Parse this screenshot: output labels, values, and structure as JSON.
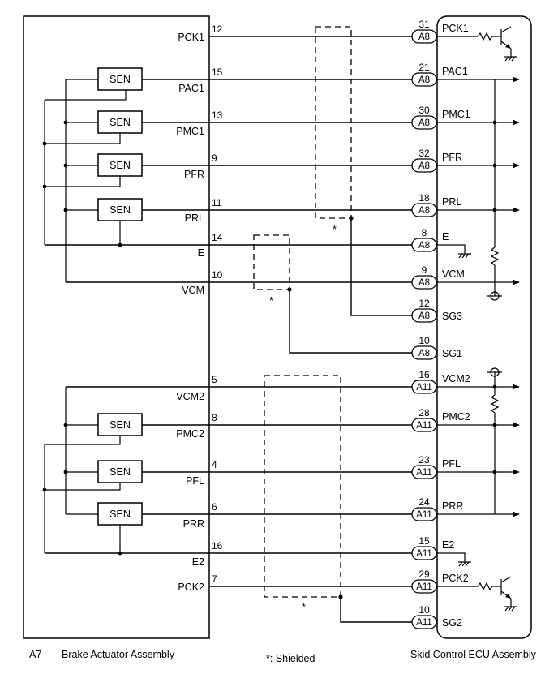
{
  "left_component": {
    "sensor_label": "SEN",
    "pins": [
      {
        "num": "12",
        "name": "PCK1"
      },
      {
        "num": "15",
        "name": "PAC1"
      },
      {
        "num": "13",
        "name": "PMC1"
      },
      {
        "num": "9",
        "name": "PFR"
      },
      {
        "num": "11",
        "name": "PRL"
      },
      {
        "num": "14",
        "name": "E"
      },
      {
        "num": "10",
        "name": "VCM"
      },
      {
        "num": "5",
        "name": "VCM2"
      },
      {
        "num": "8",
        "name": "PMC2"
      },
      {
        "num": "4",
        "name": "PFL"
      },
      {
        "num": "6",
        "name": "PRR"
      },
      {
        "num": "16",
        "name": "E2"
      },
      {
        "num": "7",
        "name": "PCK2"
      }
    ]
  },
  "right_component": {
    "pins": [
      {
        "num": "31",
        "conn": "A8",
        "name": "PCK1"
      },
      {
        "num": "21",
        "conn": "A8",
        "name": "PAC1"
      },
      {
        "num": "30",
        "conn": "A8",
        "name": "PMC1"
      },
      {
        "num": "32",
        "conn": "A8",
        "name": "PFR"
      },
      {
        "num": "18",
        "conn": "A8",
        "name": "PRL"
      },
      {
        "num": "8",
        "conn": "A8",
        "name": "E"
      },
      {
        "num": "9",
        "conn": "A8",
        "name": "VCM"
      },
      {
        "num": "12",
        "conn": "A8",
        "name": "SG3"
      },
      {
        "num": "10",
        "conn": "A8",
        "name": "SG1"
      },
      {
        "num": "16",
        "conn": "A11",
        "name": "VCM2"
      },
      {
        "num": "28",
        "conn": "A11",
        "name": "PMC2"
      },
      {
        "num": "23",
        "conn": "A11",
        "name": "PFL"
      },
      {
        "num": "24",
        "conn": "A11",
        "name": "PRR"
      },
      {
        "num": "15",
        "conn": "A11",
        "name": "E2"
      },
      {
        "num": "29",
        "conn": "A11",
        "name": "PCK2"
      },
      {
        "num": "10",
        "conn": "A11",
        "name": "SG2"
      }
    ]
  },
  "shield_marks": [
    "*",
    "*",
    "*"
  ],
  "footer": {
    "left_code": "A7",
    "left_name": "Brake Actuator Assembly",
    "note": "*: Shielded",
    "right_name": "Skid Control ECU Assembly"
  }
}
